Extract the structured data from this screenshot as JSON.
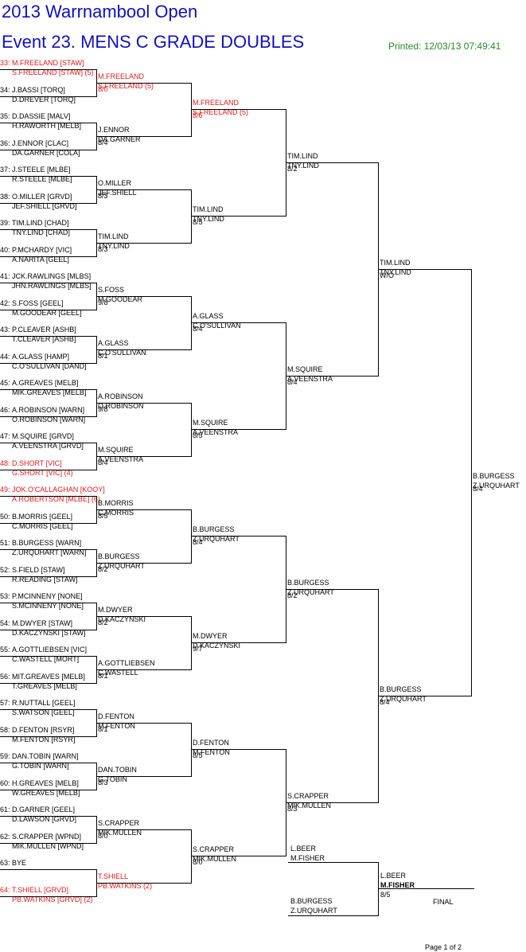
{
  "header": {
    "title": "2013 Warrnambool Open",
    "event": "Event 23. MENS C GRADE DOUBLES",
    "printed": "Printed: 12/03/13 07:49:41"
  },
  "footer": {
    "page": "Page 1 of 2"
  },
  "final_label": "FINAL",
  "entries": [
    {
      "seed": "33:",
      "p1": "M.FREELAND [STAW]",
      "p2": "S.FREELAND [STAW] (5)",
      "red": true
    },
    {
      "seed": "34:",
      "p1": "J.BASSI [TORQ]",
      "p2": "D.DREVER [TORQ]"
    },
    {
      "seed": "35:",
      "p1": "D.DASSIE [MALV]",
      "p2": "H.RAWORTH [MELB]"
    },
    {
      "seed": "36:",
      "p1": "J.ENNOR [CLAC]",
      "p2": "DA.GARNER [COLA]"
    },
    {
      "seed": "37:",
      "p1": "J.STEELE [MLBE]",
      "p2": "R.STEELE [MLBE]"
    },
    {
      "seed": "38:",
      "p1": "O.MILLER [GRVD]",
      "p2": "JEF.SHIELL [GRVD]"
    },
    {
      "seed": "39:",
      "p1": "TIM.LIND [CHAD]",
      "p2": "TNY.LIND [CHAD]"
    },
    {
      "seed": "40:",
      "p1": "P.MCHARDY [VIC]",
      "p2": "A.NARITA [GEEL]"
    },
    {
      "seed": "41:",
      "p1": "JCK.RAWLINGS [MLBS]",
      "p2": "JHN.RAWLINGS [MLBS]"
    },
    {
      "seed": "42:",
      "p1": "S.FOSS [GEEL]",
      "p2": "M.GOODEAR [GEEL]"
    },
    {
      "seed": "43:",
      "p1": "P.CLEAVER [ASHB]",
      "p2": "T.CLEAVER [ASHB]"
    },
    {
      "seed": "44:",
      "p1": "A.GLASS [HAMP]",
      "p2": "C.O'SULLIVAN [DAND]"
    },
    {
      "seed": "45:",
      "p1": "A.GREAVES [MELB]",
      "p2": "MIK.GREAVES [MELB]"
    },
    {
      "seed": "46:",
      "p1": "A.ROBINSON [WARN]",
      "p2": "O.ROBINSON [WARN]"
    },
    {
      "seed": "47:",
      "p1": "M.SQUIRE [GRVD]",
      "p2": "A.VEENSTRA [GRVD]"
    },
    {
      "seed": "48:",
      "p1": "D.SHORT [VIC]",
      "p2": "G.SHORT [VIC] (4)",
      "red": true
    },
    {
      "seed": "49:",
      "p1": "JOK.O'CALLAGHAN [KOOY]",
      "p2": "A.ROBERTSON [MLBE] (6)",
      "red": true
    },
    {
      "seed": "50:",
      "p1": "B.MORRIS [GEEL]",
      "p2": "C.MORRIS [GEEL]"
    },
    {
      "seed": "51:",
      "p1": "B.BURGESS [WARN]",
      "p2": "Z.URQUHART [WARN]"
    },
    {
      "seed": "52:",
      "p1": "S.FIELD [STAW]",
      "p2": "R.READING [STAW]"
    },
    {
      "seed": "53:",
      "p1": "P.MCINNENY [NONE]",
      "p2": "S.MCINNENY [NONE]"
    },
    {
      "seed": "54:",
      "p1": "M.DWYER [STAW]",
      "p2": "D.KACZYNSKI [STAW]"
    },
    {
      "seed": "55:",
      "p1": "A.GOTTLIEBSEN [VIC]",
      "p2": "C.WASTELL [MORT]"
    },
    {
      "seed": "56:",
      "p1": "MIT.GREAVES [MELB]",
      "p2": "T.GREAVES [MELB]"
    },
    {
      "seed": "57:",
      "p1": "R.NUTTALL [GEEL]",
      "p2": "S.WATSON [GEEL]"
    },
    {
      "seed": "58:",
      "p1": "D.FENTON [RSYR]",
      "p2": "M.FENTON [RSYR]"
    },
    {
      "seed": "59:",
      "p1": "DAN.TOBIN [WARN]",
      "p2": "G.TOBIN [WARN]"
    },
    {
      "seed": "60:",
      "p1": "H.GREAVES [MELB]",
      "p2": "W.GREAVES [MELB]"
    },
    {
      "seed": "61:",
      "p1": "D.GARNER [GEEL]",
      "p2": "D.LAWSON [GRVD]"
    },
    {
      "seed": "62:",
      "p1": "S.CRAPPER [WPND]",
      "p2": "MIK.MULLEN [WPND]"
    },
    {
      "seed": "63:",
      "p1": "BYE",
      "p2": ""
    },
    {
      "seed": "64:",
      "p1": "T.SHIELL [GRVD]",
      "p2": "PB.WATKINS [GRVD] (2)",
      "red": true
    }
  ],
  "rounds": [
    [
      {
        "p1": "M.FREELAND",
        "p2": "S.FREELAND (5)",
        "score": "8/0",
        "red": true
      },
      {
        "p1": "J.ENNOR",
        "p2": "DA.GARNER",
        "score": "8/4"
      },
      {
        "p1": "O.MILLER",
        "p2": "JEF.SHIELL",
        "score": "8/3"
      },
      {
        "p1": "TIM.LIND",
        "p2": "TNY.LIND",
        "score": "8/3"
      },
      {
        "p1": "S.FOSS",
        "p2": "M.GOODEAR",
        "score": "9/8"
      },
      {
        "p1": "A.GLASS",
        "p2": "C.O'SULLIVAN",
        "score": "8/1"
      },
      {
        "p1": "A.ROBINSON",
        "p2": "O.ROBINSON",
        "score": "9/8"
      },
      {
        "p1": "M.SQUIRE",
        "p2": "A.VEENSTRA",
        "score": "8/4"
      },
      {
        "p1": "B.MORRIS",
        "p2": "C.MORRIS",
        "score": "8/5"
      },
      {
        "p1": "B.BURGESS",
        "p2": "Z.URQUHART",
        "score": "8/2"
      },
      {
        "p1": "M.DWYER",
        "p2": "D.KACZYNSKI",
        "score": "8/2"
      },
      {
        "p1": "A.GOTTLIEBSEN",
        "p2": "C.WASTELL",
        "score": "8/1"
      },
      {
        "p1": "D.FENTON",
        "p2": "M.FENTON",
        "score": "8/1"
      },
      {
        "p1": "DAN.TOBIN",
        "p2": "G.TOBIN",
        "score": "8/3"
      },
      {
        "p1": "S.CRAPPER",
        "p2": "MIK.MULLEN",
        "score": "8/0"
      },
      {
        "p1": "T.SHIELL",
        "p2": "PB.WATKINS (2)",
        "score": "",
        "red": true
      }
    ],
    [
      {
        "p1": "M.FREELAND",
        "p2": "S.FREELAND (5)",
        "score": "8/6",
        "red": true
      },
      {
        "p1": "TIM.LIND",
        "p2": "TNY.LIND",
        "score": "8/5"
      },
      {
        "p1": "A.GLASS",
        "p2": "C.O'SULLIVAN",
        "score": "8/4"
      },
      {
        "p1": "M.SQUIRE",
        "p2": "A.VEENSTRA",
        "score": "8/5"
      },
      {
        "p1": "B.BURGESS",
        "p2": "Z.URQUHART",
        "score": "8/4"
      },
      {
        "p1": "M.DWYER",
        "p2": "D.KACZYNSKI",
        "score": "9/7"
      },
      {
        "p1": "D.FENTON",
        "p2": "M.FENTON",
        "score": "8/5"
      },
      {
        "p1": "S.CRAPPER",
        "p2": "MIK.MULLEN",
        "score": "8/0"
      }
    ],
    [
      {
        "p1": "TIM.LIND",
        "p2": "TNY.LIND",
        "score": "8/2"
      },
      {
        "p1": "M.SQUIRE",
        "p2": "A.VEENSTRA",
        "score": "8/4"
      },
      {
        "p1": "B.BURGESS",
        "p2": "Z.URQUHART",
        "score": "8/2"
      },
      {
        "p1": "S.CRAPPER",
        "p2": "MIK.MULLEN",
        "score": "8/3"
      }
    ],
    [
      {
        "p1": "TIM.LIND",
        "p2": "TNY.LIND",
        "score": "W/O"
      },
      {
        "p1": "B.BURGESS",
        "p2": "Z.URQUHART",
        "score": "8/4"
      }
    ],
    [
      {
        "p1": "B.BURGESS",
        "p2": "Z.URQUHART",
        "score": "8/4"
      }
    ]
  ],
  "final": {
    "top": {
      "p1": "L.BEER",
      "p2": "M.FISHER"
    },
    "bottom": {
      "p1": "B.BURGESS",
      "p2": "Z.URQUHART"
    },
    "winner": {
      "p1": "L.BEER",
      "p2": "M.FISHER",
      "score": "8/5"
    }
  }
}
